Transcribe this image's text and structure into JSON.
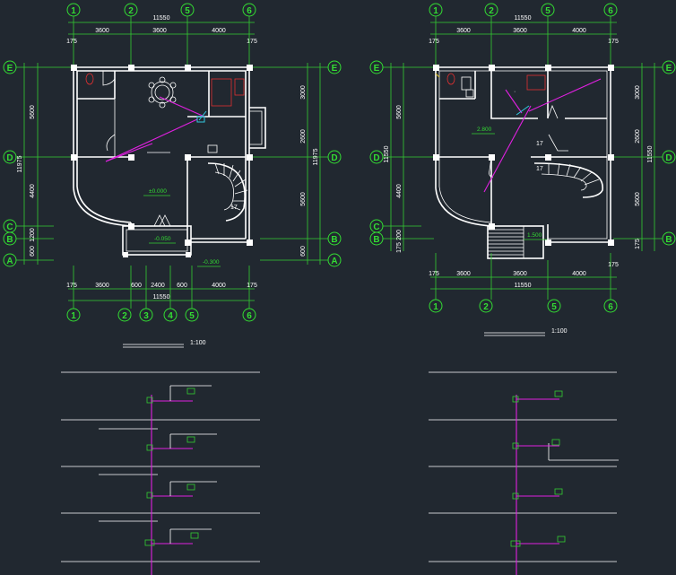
{
  "plan_left": {
    "top_total": "11550",
    "top_edge_left": "175",
    "top_edge_right": "175",
    "top_spans": [
      "3600",
      "3600",
      "4000"
    ],
    "left_spans": [
      "5600",
      "4400",
      "1200",
      "600"
    ],
    "left_total": "11975",
    "right_spans": [
      "3000",
      "2600",
      "5600",
      "600"
    ],
    "right_total": "11975",
    "bottom_spans": [
      "3600",
      "600",
      "2400",
      "600",
      "4000"
    ],
    "bottom_total": "11550",
    "bottom_edge_left": "175",
    "bottom_edge_right": "175",
    "top_axes": [
      "1",
      "2",
      "5",
      "6"
    ],
    "bottom_axes": [
      "1",
      "2",
      "3",
      "4",
      "5",
      "6"
    ],
    "side_axes": [
      "E",
      "D",
      "C",
      "B",
      "A"
    ],
    "level_main": "±0.000",
    "level_porch": "-0.050",
    "level_step": "-0.300",
    "stair_steps": "17",
    "scale": "1:100"
  },
  "plan_right": {
    "top_total": "11550",
    "top_edge_left": "175",
    "top_edge_right": "175",
    "top_spans": [
      "3600",
      "3600",
      "4000"
    ],
    "left_spans": [
      "5600",
      "4400",
      "200",
      "175"
    ],
    "left_total": "11550",
    "right_spans": [
      "3000",
      "2600",
      "5600",
      "175"
    ],
    "right_total": "11550",
    "bottom_spans": [
      "3600",
      "3600",
      "4000"
    ],
    "bottom_total": "11550",
    "bottom_edge_left": "175",
    "bottom_edge_right": "175",
    "top_axes": [
      "1",
      "2",
      "5",
      "6"
    ],
    "bottom_axes": [
      "1",
      "2",
      "5",
      "6"
    ],
    "side_axes": [
      "E",
      "D",
      "C",
      "B"
    ],
    "level_upper": "2.800",
    "level_landing": "1.500",
    "stair_steps_a": "17",
    "stair_steps_b": "17",
    "scale": "1:100"
  }
}
